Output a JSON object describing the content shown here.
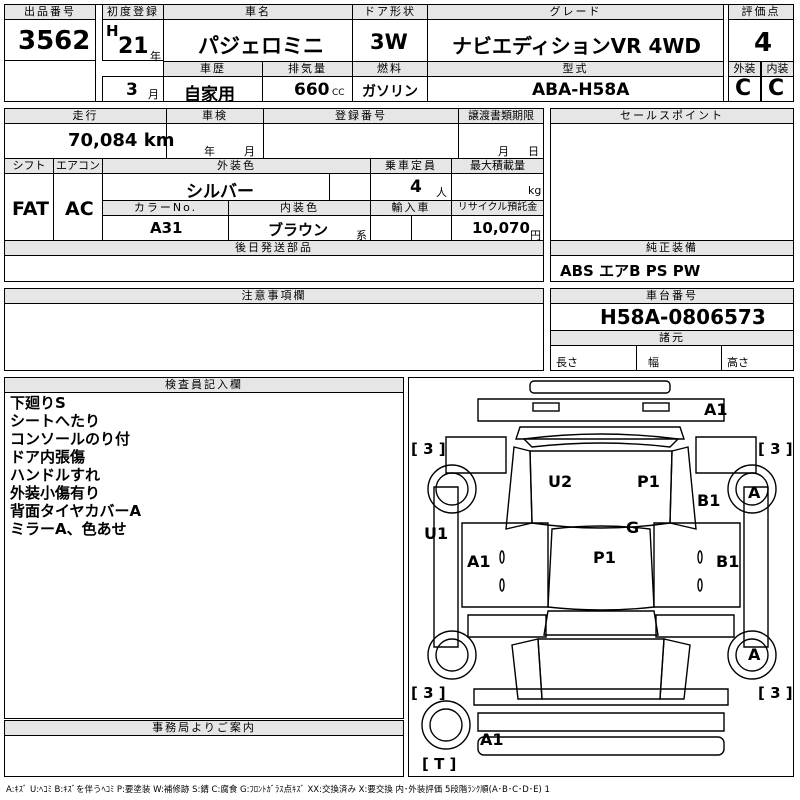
{
  "labels": {
    "lot_no": "出品番号",
    "first_reg": "初度登録",
    "car_name": "車名",
    "door": "ドア形状",
    "grade": "グレード",
    "score": "評価点",
    "car_history": "車歴",
    "displacement": "排気量",
    "fuel": "燃料",
    "model_code": "型式",
    "exterior": "外装",
    "interior": "内装",
    "mileage": "走行",
    "inspection": "車検",
    "reg_no": "登録番号",
    "transfer_deadline": "譲渡書類期限",
    "sales_point": "セールスポイント",
    "shift": "シフト",
    "aircon": "エアコン",
    "ext_color": "外装色",
    "capacity": "乗車定員",
    "max_load": "最大積載量",
    "color_no": "カラーNo.",
    "int_color": "内装色",
    "import": "輸入車",
    "recycle": "リサイクル預託金",
    "later_parts": "後日発送部品",
    "genuine_equip": "純正装備",
    "notes": "注意事項欄",
    "chassis_no": "車台番号",
    "specs": "諸元",
    "length": "長さ",
    "width": "幅",
    "height": "高さ",
    "inspector": "検査員記入欄",
    "office": "事務局よりご案内",
    "year_unit": "年",
    "month_unit": "月",
    "day_unit": "日",
    "cc": "CC",
    "person": "人",
    "kg": "kg",
    "yen": "円",
    "kei": "系"
  },
  "values": {
    "lot_no": "3562",
    "era": "H",
    "year": "21",
    "month": "3",
    "car_name": "パジェロミニ",
    "door": "3W",
    "grade": "ナビエディションVR 4WD",
    "score": "4",
    "car_history": "自家用",
    "displacement": "660",
    "fuel": "ガソリン",
    "model_code": "ABA-H58A",
    "exterior_grade": "C",
    "interior_grade": "C",
    "mileage": "70,084 km",
    "shift": "FAT",
    "aircon": "AC",
    "ext_color": "シルバー",
    "capacity": "4",
    "color_no": "A31",
    "int_color": "ブラウン",
    "recycle": "10,070",
    "genuine_equip": "ABS エアB PS PW",
    "chassis_no": "H58A-0806573"
  },
  "inspector_notes": [
    "下廻りS",
    "シートへたり",
    "コンソールのり付",
    "ドア内張傷",
    "ハンドルすれ",
    "外装小傷有り",
    "背面タイヤカバーA",
    "ミラーA、色あせ"
  ],
  "diagram_marks": {
    "top_right": "A1",
    "tl_bracket": "[ 3 ]",
    "tr_bracket": "[ 3 ]",
    "bl_bracket": "[ 3 ]",
    "br_bracket": "[ 3 ]",
    "u2": "U2",
    "p1_top": "P1",
    "b1_top": "B1",
    "a_tire_top": "A",
    "u1": "U1",
    "g": "G",
    "a1_left": "A1",
    "p1_mid": "P1",
    "b1_right": "B1",
    "a_tire_bottom": "A",
    "a1_bottom": "A1",
    "t_bracket": "[ T ]"
  },
  "legend": "A:ｷｽﾞ U:ﾍｺﾐ B:ｷｽﾞを伴うﾍｺﾐ P:要塗装 W:補修跡 S:錆 C:腐食 G:ﾌﾛﾝﾄｶﾞﾗｽ点ｷｽﾞ XX:交換済み X:要交換 内･外装評価 5段階ﾗﾝｸ順(A･B･C･D･E) 1"
}
